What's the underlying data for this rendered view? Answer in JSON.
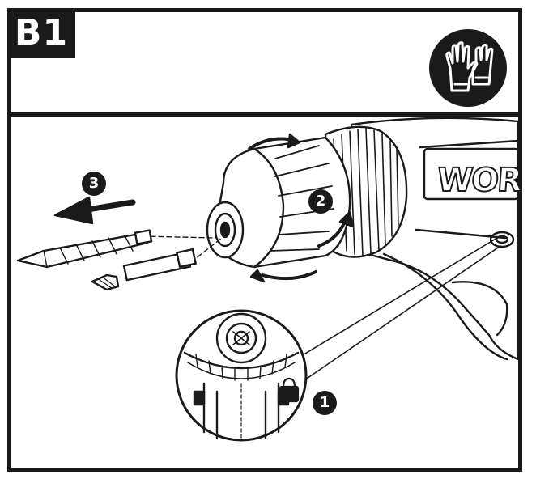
{
  "panel": {
    "step_label": "B1"
  },
  "callouts": [
    "1",
    "2",
    "3"
  ],
  "brand": {
    "text": "WOR"
  },
  "icons": {
    "safety": "gloves-icon",
    "lock": "padlock-icon"
  },
  "colors": {
    "ink": "#1a1a1a",
    "paper": "#ffffff"
  }
}
